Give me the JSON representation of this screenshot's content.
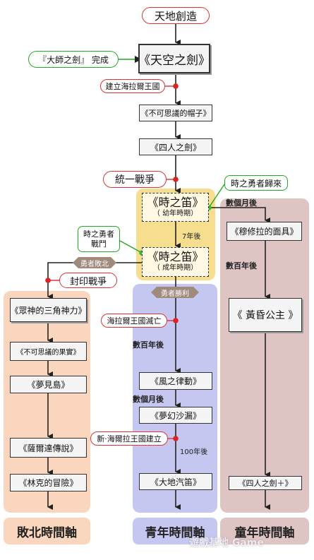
{
  "nodes": {
    "creation": "天地創造",
    "master_sword_done": "『大師之劍』 完成",
    "skyward_sword": "《天空之劍》",
    "hyrule_founded": "建立海拉爾王國",
    "minish_cap": "《不可思議的帽子》",
    "four_swords": "《四人之劍》",
    "unification_war": "統一戰爭",
    "hero_returns": "時之勇者歸來",
    "oot_title": "《時之笛》",
    "oot_child": "（ 幼年時期）",
    "seven_years_later": "7年後",
    "hero_fights": "時之勇者\n戰鬥",
    "oot_title_2": "《時之笛》",
    "oot_adult": "（ 成年時期）",
    "hero_defeated": "勇者敗北",
    "sealing_war": "封印戰爭",
    "hero_wins": "勇者勝利",
    "several_months_later": "數個月後",
    "majoras_mask": "《穆修拉的面具》",
    "hundreds_years_later_right": "數百年後",
    "twilight_princess": "《 黃昏公主 》",
    "four_swords_plus": "《四人之劍＋》",
    "triforce_gods": "《眾神的三角神力》",
    "oracle": "《不可思議的果實》",
    "links_awakening": "《夢見島》",
    "zelda_legend": "《薩爾達傳說》",
    "adventure_of_link": "《林克的冒險》",
    "hyrule_destroyed": "海拉爾王國滅亡",
    "hundreds_years_later_mid": "數百年後",
    "wind_waker": "《風之律動》",
    "several_months_later_mid": "數個月後",
    "phantom_hourglass": "《夢幻沙漏》",
    "new_hyrule": "新·海爾拉王國建立",
    "hundred_years_later": "100年後",
    "spirit_tracks": "《大地汽笛》"
  },
  "timelines": {
    "defeat": "敗北時間軸",
    "adult": "青年時間軸",
    "child": "童年時間軸"
  },
  "watermark": "遊戲基地 Game",
  "colors": {
    "defeat_panel": "#f9d6bd",
    "adult_panel": "#c5c7f0",
    "child_panel": "#dfc4c4",
    "oot_panel": "#f7dd8e",
    "red_dot": "#dd2222",
    "green_dot": "#33bb33",
    "arrow": "#222222"
  }
}
